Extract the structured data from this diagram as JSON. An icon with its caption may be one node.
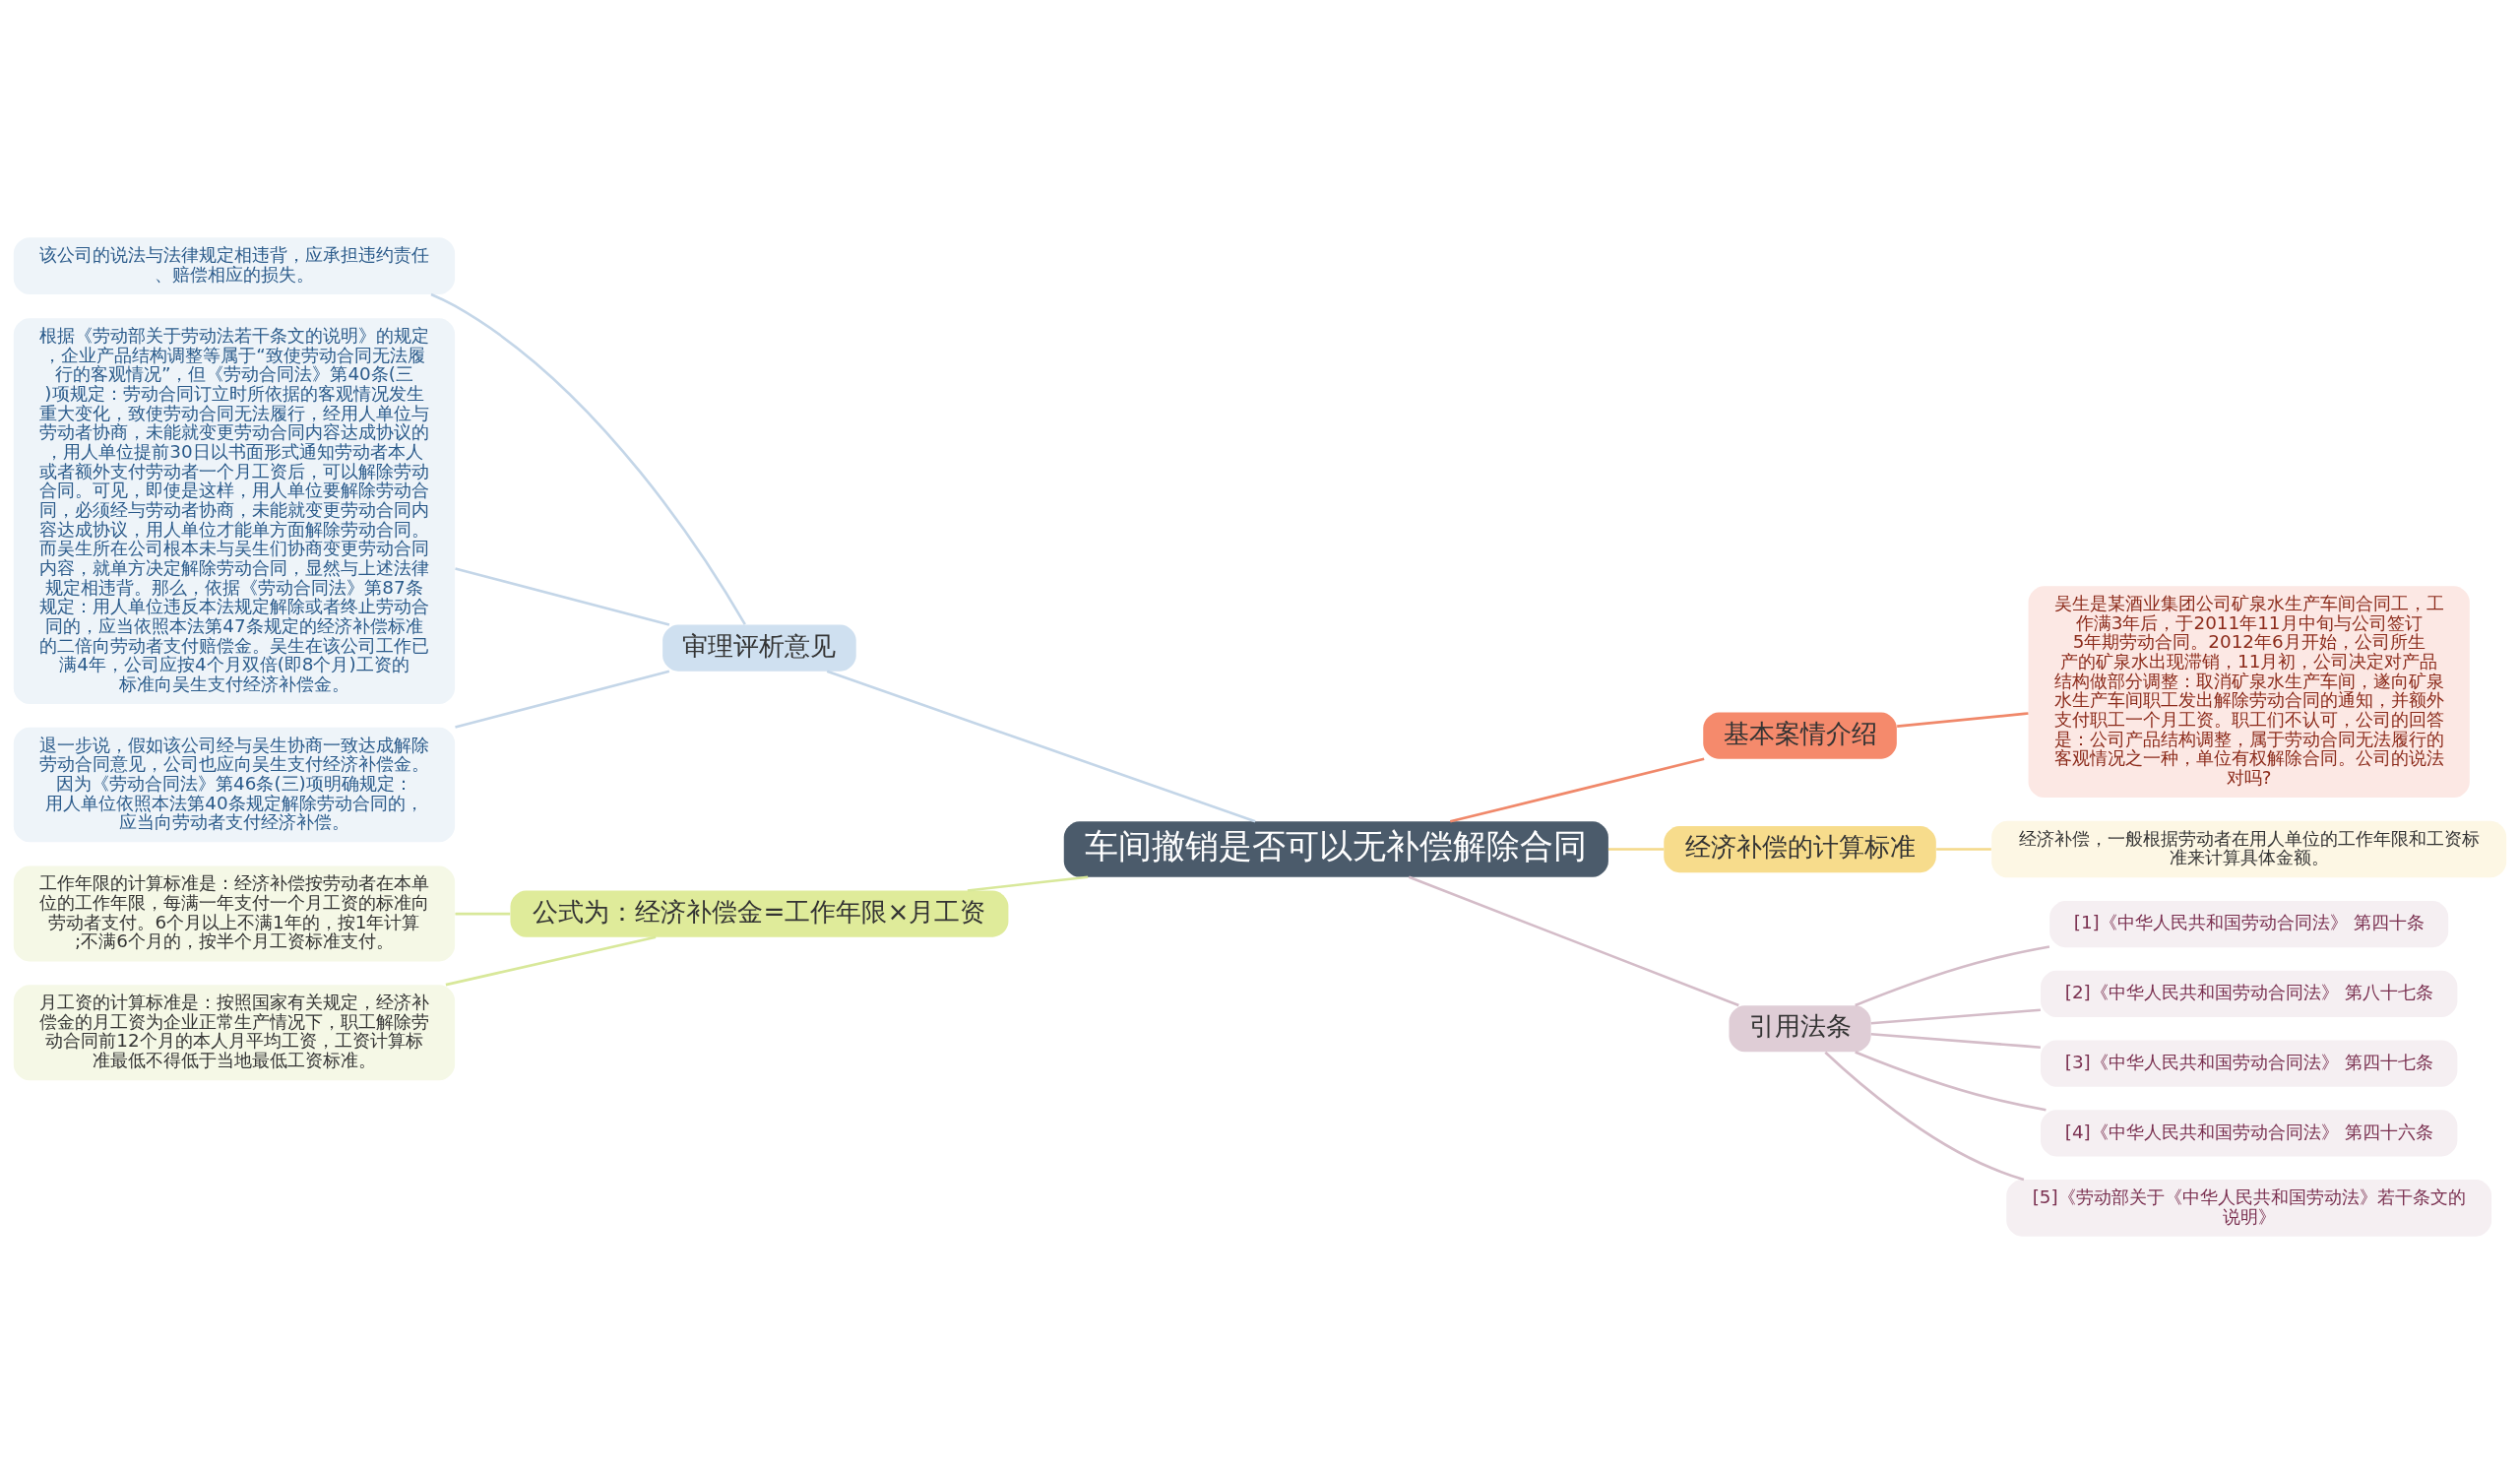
{
  "diagram": {
    "nodes": [
      {
        "text": [
          "车间撤销是否可以无补偿解除合同"
        ]
      },
      {
        "text": [
          "基本案情介绍"
        ]
      },
      {
        "text": [
          "吴生是某酒业集团公司矿泉水生产车间合同工，工作满3年后，于2011年11月中旬与公司签订5年期劳动合同。2012年6月开始，公司所生产的矿泉水出现滞销，11月初，公司决定对产品结构做部分调整：取消矿泉水生产车间，遂向矿泉水生产车间职工发出解除劳动合同的通知，并额外支付职工一个月工资。职工们不认可，公司的回答是：公司产品结构调整，属于劳动合同无法履行的客观情况之一种，单位有权解除合同。公司的说法对吗?"
        ]
      },
      {
        "text": [
          "经济补偿的计算标准"
        ]
      },
      {
        "text": [
          "经济补偿，一般根据劳动者在用人单位的工作年限和工资标准来计算具体金额。"
        ]
      },
      {
        "text": [
          "引用法条"
        ]
      },
      {
        "text": [
          "[1]《中华人民共和国劳动合同法》 第四十条"
        ]
      },
      {
        "text": [
          "[2]《中华人民共和国劳动合同法》 第八十七条"
        ]
      },
      {
        "text": [
          "[3]《中华人民共和国劳动合同法》 第四十七条"
        ]
      },
      {
        "text": [
          "[4]《中华人民共和国劳动合同法》 第四十六条"
        ]
      },
      {
        "text": [
          "[5]《劳动部关于《中华人民共和国劳动法》若干条文的说明》"
        ]
      },
      {
        "text": [
          "审理评析意见"
        ]
      },
      {
        "text": [
          "该公司的说法与法律规定相违背，应承担违约责任、赔偿相应的损失。"
        ]
      },
      {
        "text": [
          "根据《劳动部关于劳动法若干条文的说明》的规定，企业产品结构调整等属于“致使劳动合同无法履行的客观情况”，但《劳动合同法》第40条(三)项规定：劳动合同订立时所依据的客观情况发生重大变化，致使劳动合同无法履行，经用人单位与劳动者协商，未能就变更劳动合同内容达成协议的，用人单位提前30日以书面形式通知劳动者本人或者额外支付劳动者一个月工资后，可以解除劳动合同。可见，即使是这样，用人单位要解除劳动合同，必须经与劳动者协商，未能就变更劳动合同内容达成协议，用人单位才能单方面解除劳动合同。而吴生所在公司根本未与吴生们协商变更劳动合同内容，就单方决定解除劳动合同，显然与上述法律规定相违背。那么，依据《劳动合同法》第87条规定：用人单位违反本法规定解除或者终止劳动合同的，应当依照本法第47条规定的经济补偿标准的二倍向劳动者支付赔偿金。吴生在该公司工作已满4年，公司应按4个月双倍(即8个月)工资的标准向吴生支付经济补偿金。"
        ]
      },
      {
        "text": [
          "退一步说，假如该公司经与吴生协商一致达成解除劳动合同意见，公司也应向吴生支付经济补偿金。因为《劳动合同法》第46条(三)项明确规定：用人单位依照本法第40条规定解除劳动合同的，应当向劳动者支付经济补偿。"
        ]
      },
      {
        "text": [
          "公式为：经济补偿金=工作年限×月工资"
        ]
      },
      {
        "text": [
          "工作年限的计算标准是：经济补偿按劳动者在本单位的工作年限，每满一年支付一个月工资的标准向劳动者支付。6个月以上不满1年的，按1年计算;不满6个月的，按半个月工资标准支付。"
        ]
      },
      {
        "text": [
          "月工资的计算标准是：按照国家有关规定，经济补偿金的月工资为企业正常生产情况下，职工解除劳动合同前12个月的本人月平均工资，工资计算标准最低不得低于当地最低工资标准。"
        ]
      }
    ],
    "edges": [
      {
        "from": 0,
        "to": 1,
        "arrow": "none",
        "color": "#f0886a"
      },
      {
        "from": 1,
        "to": 2,
        "arrow": "none",
        "color": "#f0886a"
      },
      {
        "from": 0,
        "to": 3,
        "arrow": "none",
        "color": "#f4d88a"
      },
      {
        "from": 3,
        "to": 4,
        "arrow": "none",
        "color": "#f4d88a"
      },
      {
        "from": 0,
        "to": 5,
        "arrow": "none",
        "color": "#d4bcc8"
      },
      {
        "from": 5,
        "to": 6,
        "arrow": "none",
        "color": "#d4bcc8"
      },
      {
        "from": 5,
        "to": 7,
        "arrow": "none",
        "color": "#d4bcc8"
      },
      {
        "from": 5,
        "to": 8,
        "arrow": "none",
        "color": "#d4bcc8"
      },
      {
        "from": 5,
        "to": 9,
        "arrow": "none",
        "color": "#d4bcc8"
      },
      {
        "from": 5,
        "to": 10,
        "arrow": "none",
        "color": "#d4bcc8"
      },
      {
        "from": 0,
        "to": 11,
        "arrow": "none",
        "color": "#c4d6e8"
      },
      {
        "from": 11,
        "to": 12,
        "arrow": "none",
        "color": "#c4d6e8"
      },
      {
        "from": 11,
        "to": 13,
        "arrow": "none",
        "color": "#c4d6e8"
      },
      {
        "from": 11,
        "to": 14,
        "arrow": "none",
        "color": "#c4d6e8"
      },
      {
        "from": 0,
        "to": 15,
        "arrow": "none",
        "color": "#d8e89a"
      },
      {
        "from": 15,
        "to": 16,
        "arrow": "none",
        "color": "#d8e89a"
      },
      {
        "from": 15,
        "to": 17,
        "arrow": "none",
        "color": "#d8e89a"
      }
    ]
  }
}
